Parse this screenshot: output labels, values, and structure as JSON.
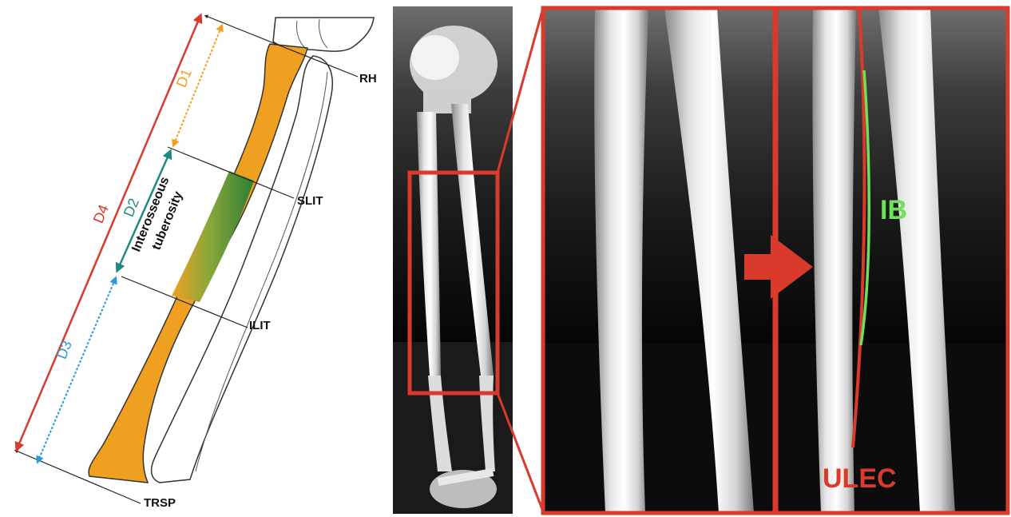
{
  "colors": {
    "accent_red": "#d93a2b",
    "orange": "#f0a020",
    "green": "#2f7d33",
    "teal": "#1e8a7f",
    "blue": "#2b9ad9",
    "dark": "#222222",
    "bright_green": "#6ee05a"
  },
  "diagram": {
    "labels": {
      "d1": "D1",
      "d2": "D2",
      "d3": "D3",
      "d4": "D4",
      "rh": "RH",
      "slit": "SLIT",
      "ilit": "ILIT",
      "trsp": "TRSP",
      "tuberosity_line1": "Interosseous",
      "tuberosity_line2": "tuberosity"
    }
  },
  "xray_panel": {
    "labels": {
      "ib": "IB",
      "ulec": "ULEC"
    }
  }
}
